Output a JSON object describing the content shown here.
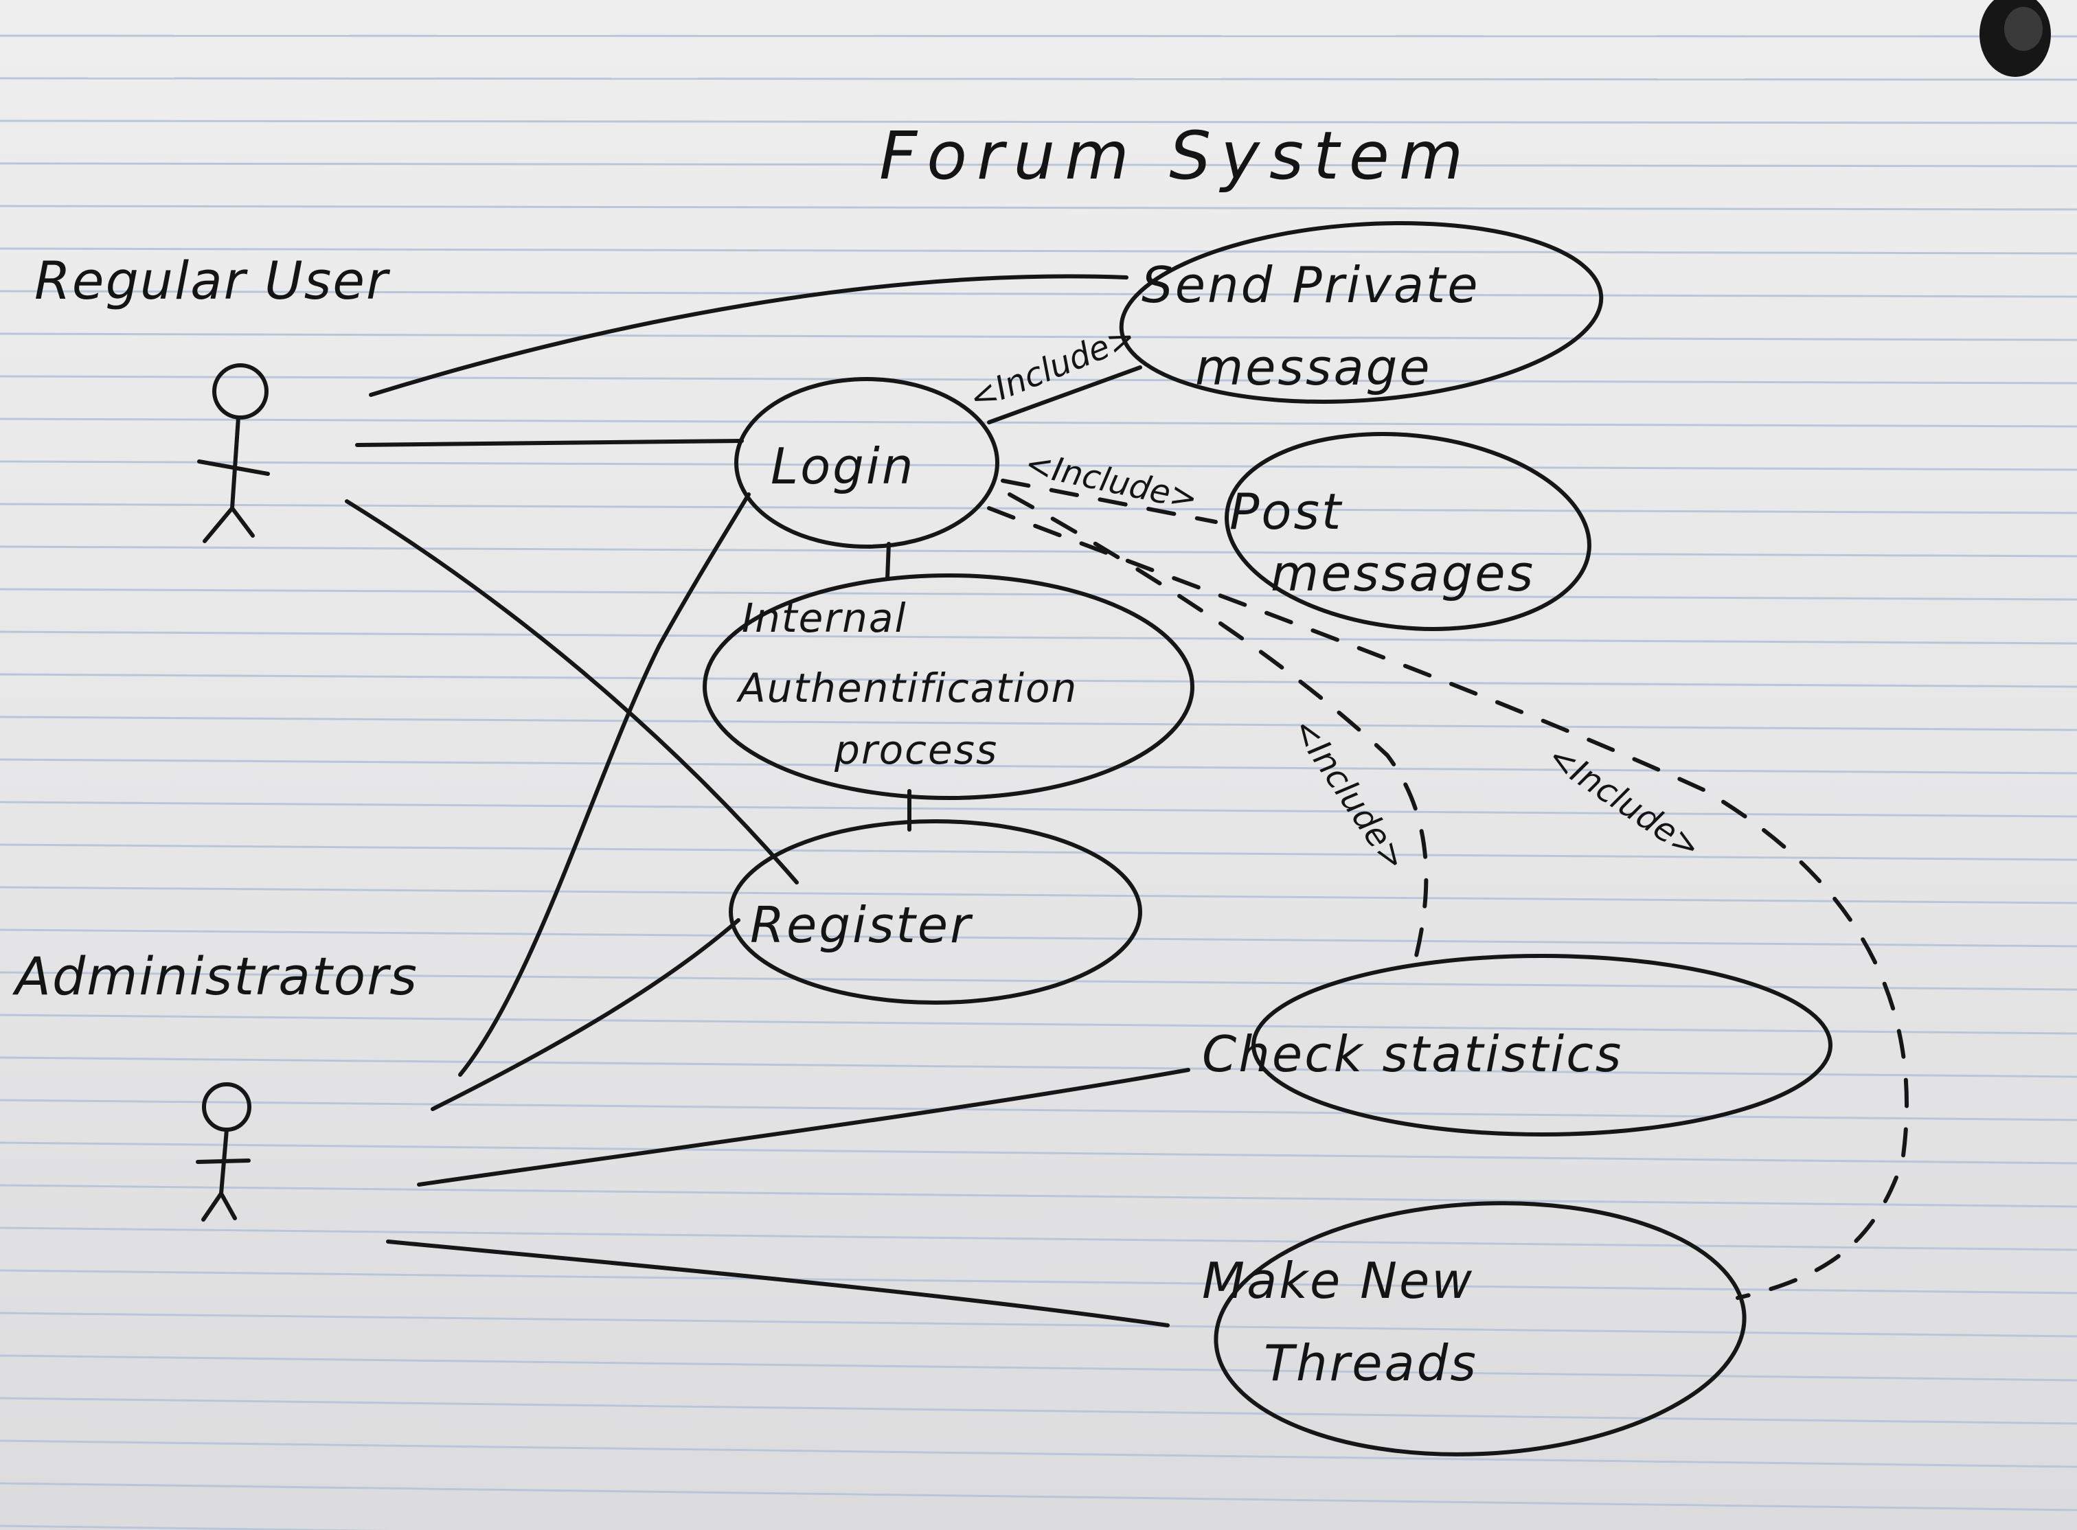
{
  "title": "Forum System",
  "actors": {
    "regular": "Regular User",
    "admin": "Administrators"
  },
  "use_cases": {
    "send_private_1": "Send Private",
    "send_private_2": "message",
    "login": "Login",
    "post_1": "Post",
    "post_2": "messages",
    "auth_1": "Internal",
    "auth_2": "Authentification",
    "auth_3": "process",
    "register": "Register",
    "check_stats": "Check statistics",
    "threads_1": "Make New",
    "threads_2": "Threads"
  },
  "relations": {
    "include_send": "<Include>",
    "include_post": "<Include>",
    "include_stats": "<Include>",
    "include_threads": "<Include>"
  },
  "colors": {
    "paper": "#eeeeee",
    "ruled_line": "#b9c6da",
    "ink": "#161616"
  }
}
